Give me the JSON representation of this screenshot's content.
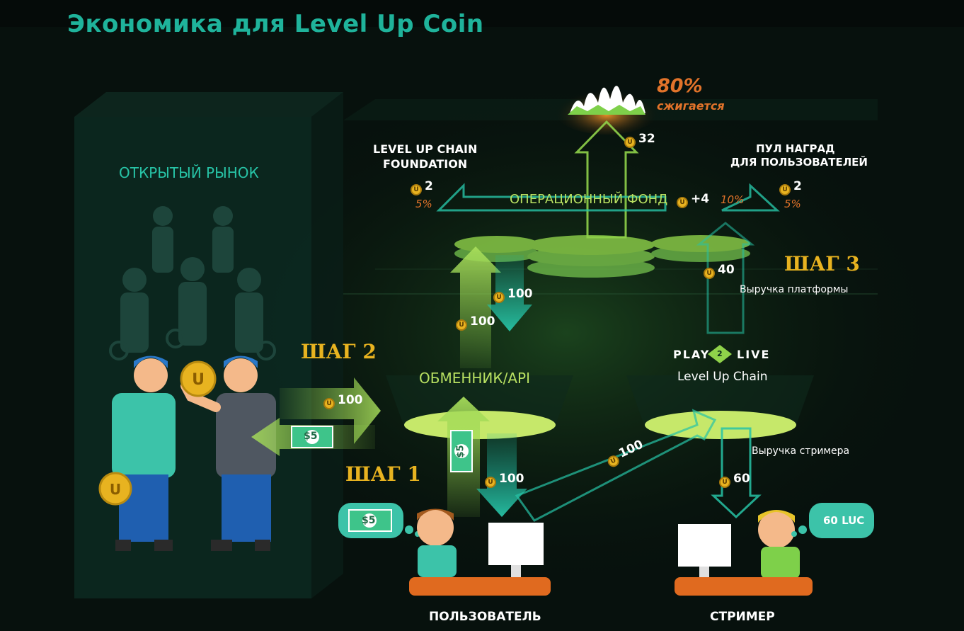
{
  "title": "Экономика для  Level Up Coin",
  "open_market": "ОТКРЫТЫЙ РЫНОК",
  "burn": {
    "pct": "80%",
    "label": "сжигается",
    "amount": "32"
  },
  "foundation": {
    "label_line1": "LEVEL UP CHAIN",
    "label_line2": "FOUNDATION",
    "amount": "2",
    "pct": "5%"
  },
  "rewards_pool": {
    "label_line1": "ПУЛ НАГРАД",
    "label_line2": "ДЛЯ ПОЛЬЗОВАТЕЛЕЙ",
    "amount": "2",
    "pct": "5%"
  },
  "ops_fund": {
    "label": "ОПЕРАЦИОННЫЙ ФОНД",
    "amount": "+4",
    "pct": "10%"
  },
  "step3": {
    "label": "ШАГ 3",
    "caption": "Выручка платформы",
    "amount": "40"
  },
  "step2": {
    "label": "ШАГ 2",
    "amount": "100",
    "cash": "$5"
  },
  "step1": {
    "label": "ШАГ  1",
    "amount": "100",
    "cash": "$5"
  },
  "exchanger": {
    "label": "ОБМЕННИК/API",
    "amount_up": "100",
    "amount_down": "100"
  },
  "platform": {
    "logo_left": "PLAY",
    "logo_mid": "2",
    "logo_right": "LIVE",
    "label": "Level Up Chain"
  },
  "transfer_amount": "100",
  "streamer_revenue": {
    "caption": "Выручка стримера",
    "amount": "60"
  },
  "streamer_bubble": "60 LUC",
  "user_label": "ПОЛЬЗОВАТЕЛЬ",
  "streamer_label": "СТРИМЕР",
  "coin_glyph": "U",
  "colors": {
    "teal": "#27c3a6",
    "title": "#1fb39b",
    "orange": "#e2732a",
    "yellow": "#e8b320",
    "lime": "#b8e061",
    "background": "#050b09"
  }
}
